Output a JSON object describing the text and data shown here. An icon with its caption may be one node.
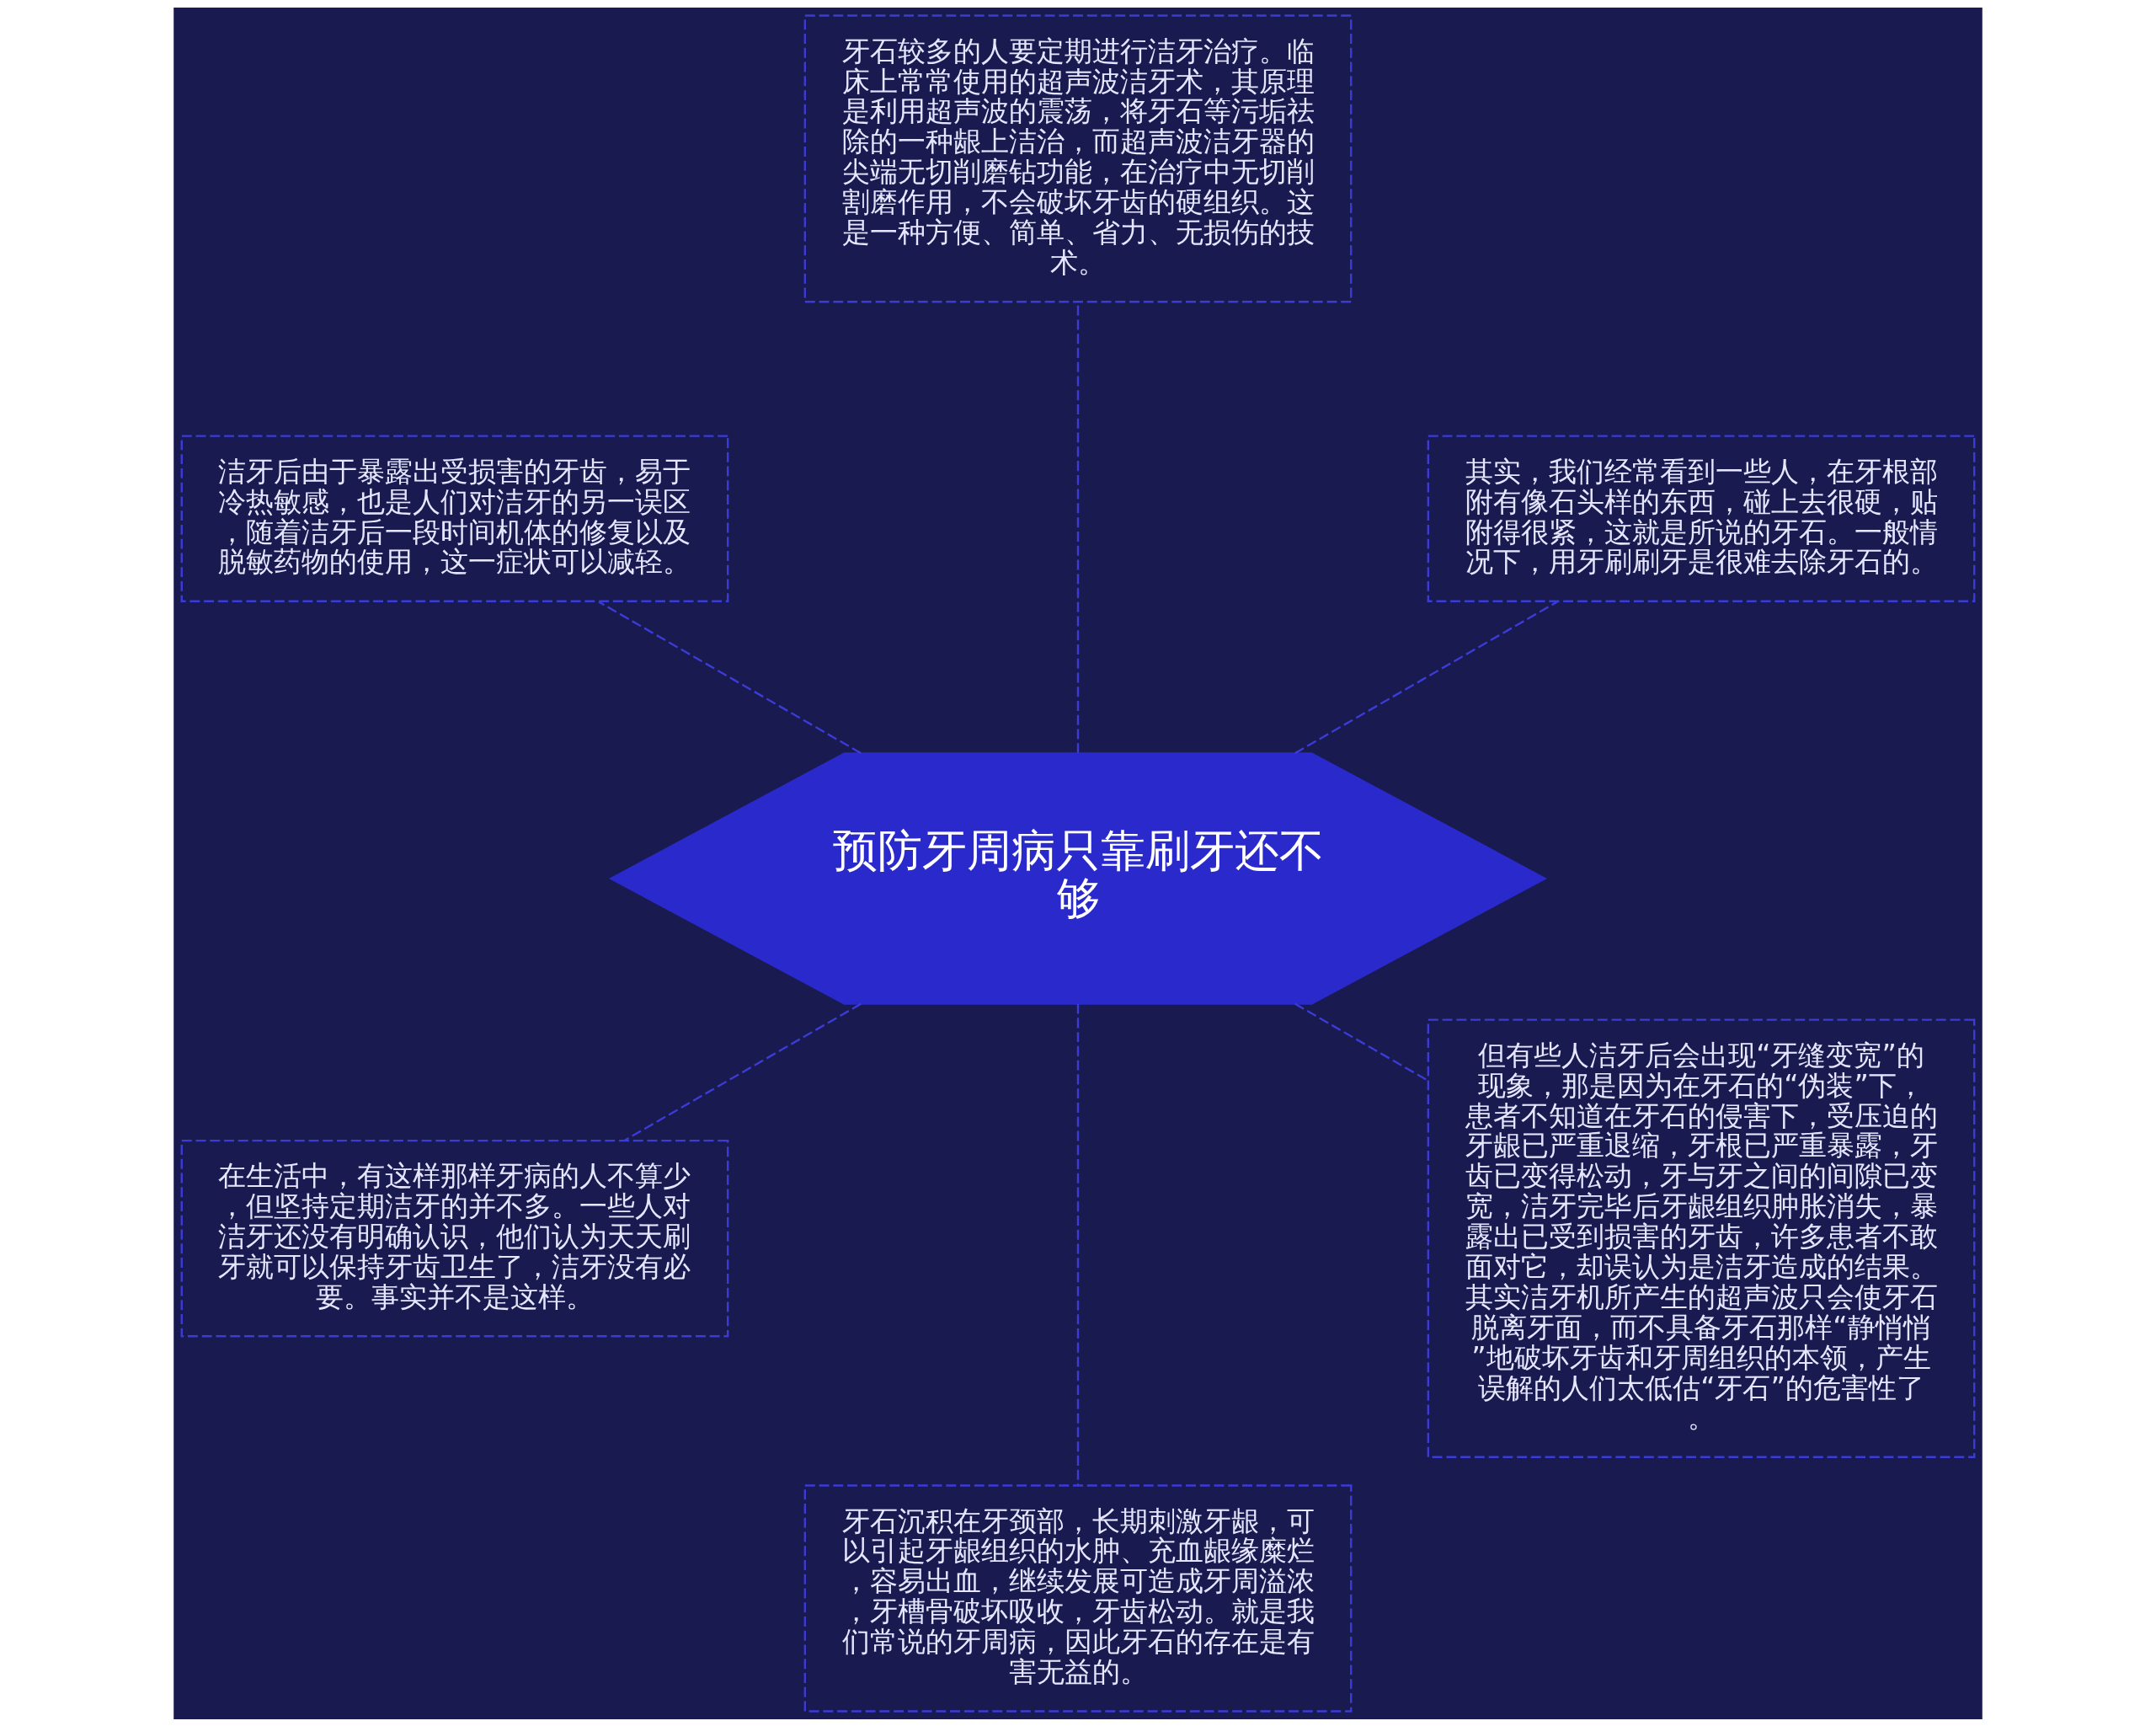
{
  "diagram": {
    "nodes": [
      {
        "text": [
          "预防牙周病只靠刷牙还不够"
        ]
      },
      {
        "text": [
          "其实，我们经常看到一些人，在牙根部附有像石头样的东西，碰上去很硬，贴附得很紧，这就是所说的牙石。一般情况下，用牙刷刷牙是很难去除牙石的。"
        ]
      },
      {
        "text": [
          "牙石较多的人要定期进行洁牙治疗。临床上常常使用的超声波洁牙术，其原理是利用超声波的震荡，将牙石等污垢祛除的一种龈上洁治，而超声波洁牙器的尖端无切削磨钻功能，在治疗中无切削割磨作用，不会破坏牙齿的硬组织。这是一种方便、简单、省力、无损伤的技术。"
        ]
      },
      {
        "text": [
          "洁牙后由于暴露出受损害的牙齿，易于冷热敏感，也是人们对洁牙的另一误区，随着洁牙后一段时间机体的修复以及脱敏药物的使用，这一症状可以减轻。"
        ]
      },
      {
        "text": [
          "在生活中，有这样那样牙病的人不算少，但坚持定期洁牙的并不多。一些人对洁牙还没有明确认识，他们认为天天刷牙就可以保持牙齿卫生了，洁牙没有必要。事实并不是这样。"
        ]
      },
      {
        "text": [
          "牙石沉积在牙颈部，长期刺激牙龈，可以引起牙龈组织的水肿、充血龈缘糜烂，容易出血，继续发展可造成牙周溢浓，牙槽骨破坏吸收，牙齿松动。就是我们常说的牙周病，因此牙石的存在是有害无益的。"
        ]
      },
      {
        "text": [
          "但有些人洁牙后会出现“牙缝变宽”的现象，那是因为在牙石的“伪装”下，患者不知道在牙石的侵害下，受压迫的牙龈已严重退缩，牙根已严重暴露，牙齿已变得松动，牙与牙之间的间隙已变宽，洁牙完毕后牙龈组织肿胀消失，暴露出已受到损害的牙齿，许多患者不敢面对它，却误认为是洁牙造成的结果。其实洁牙机所产生的超声波只会使牙石脱离牙面，而不具备牙石那样“静悄悄”地破坏牙齿和牙周组织的本领，产生误解的人们太低估“牙石”的危害性了。"
        ]
      }
    ],
    "edges": [
      {
        "from": 0,
        "to": 1,
        "arrow": "none",
        "style": "dashed"
      },
      {
        "from": 0,
        "to": 2,
        "arrow": "none",
        "style": "dashed"
      },
      {
        "from": 0,
        "to": 3,
        "arrow": "none",
        "style": "dashed"
      },
      {
        "from": 0,
        "to": 4,
        "arrow": "none",
        "style": "dashed"
      },
      {
        "from": 0,
        "to": 5,
        "arrow": "none",
        "style": "dashed"
      },
      {
        "from": 0,
        "to": 6,
        "arrow": "none",
        "style": "dashed"
      }
    ]
  }
}
